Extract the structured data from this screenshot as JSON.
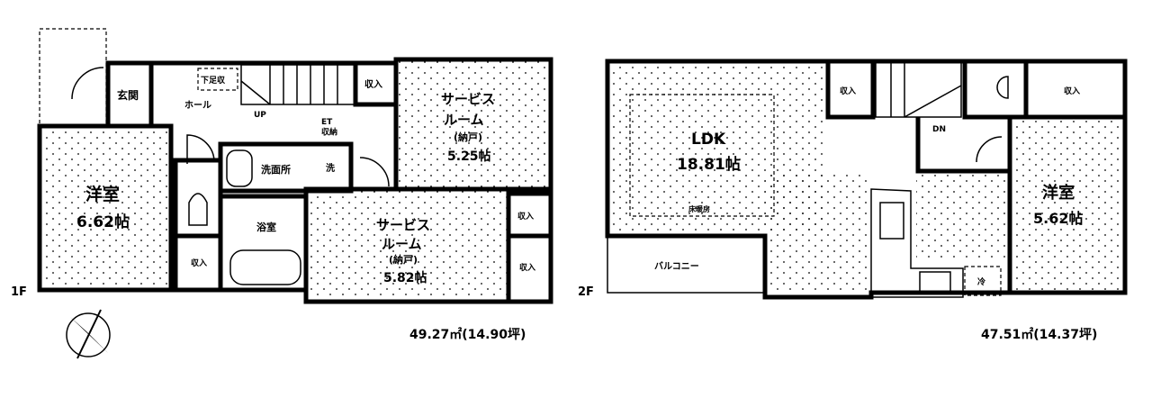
{
  "floor1": {
    "floor_label": "1F",
    "area": "49.27㎡(14.90坪)",
    "rooms": {
      "genkan": "玄関",
      "hall": "ホール",
      "shoe_storage": "下足収",
      "up": "UP",
      "storage_top": "収入",
      "et_storage": "ET\n収納",
      "western_name": "洋室",
      "western_size": "6.62帖",
      "service1_name": "サービス",
      "service1_name2": "ルーム",
      "service1_sub": "(納戸)",
      "service1_size": "5.25帖",
      "washroom": "洗面所",
      "fridge_mark": "洗",
      "bath": "浴室",
      "storage_wc": "収入",
      "service2_name": "サービス",
      "service2_name2": "ルーム",
      "service2_sub": "(納戸)",
      "service2_size": "5.82帖",
      "storage_small": "収入",
      "storage_right": "収入"
    }
  },
  "floor2": {
    "floor_label": "2F",
    "area": "47.51㎡(14.37坪)",
    "rooms": {
      "ldk_name": "LDK",
      "ldk_size": "18.81帖",
      "floor_heating": "床暖房",
      "storage_left": "収入",
      "dn": "DN",
      "storage_right": "収入",
      "western_name": "洋室",
      "western_size": "5.62帖",
      "balcony": "バルコニー",
      "fridge": "冷"
    }
  }
}
